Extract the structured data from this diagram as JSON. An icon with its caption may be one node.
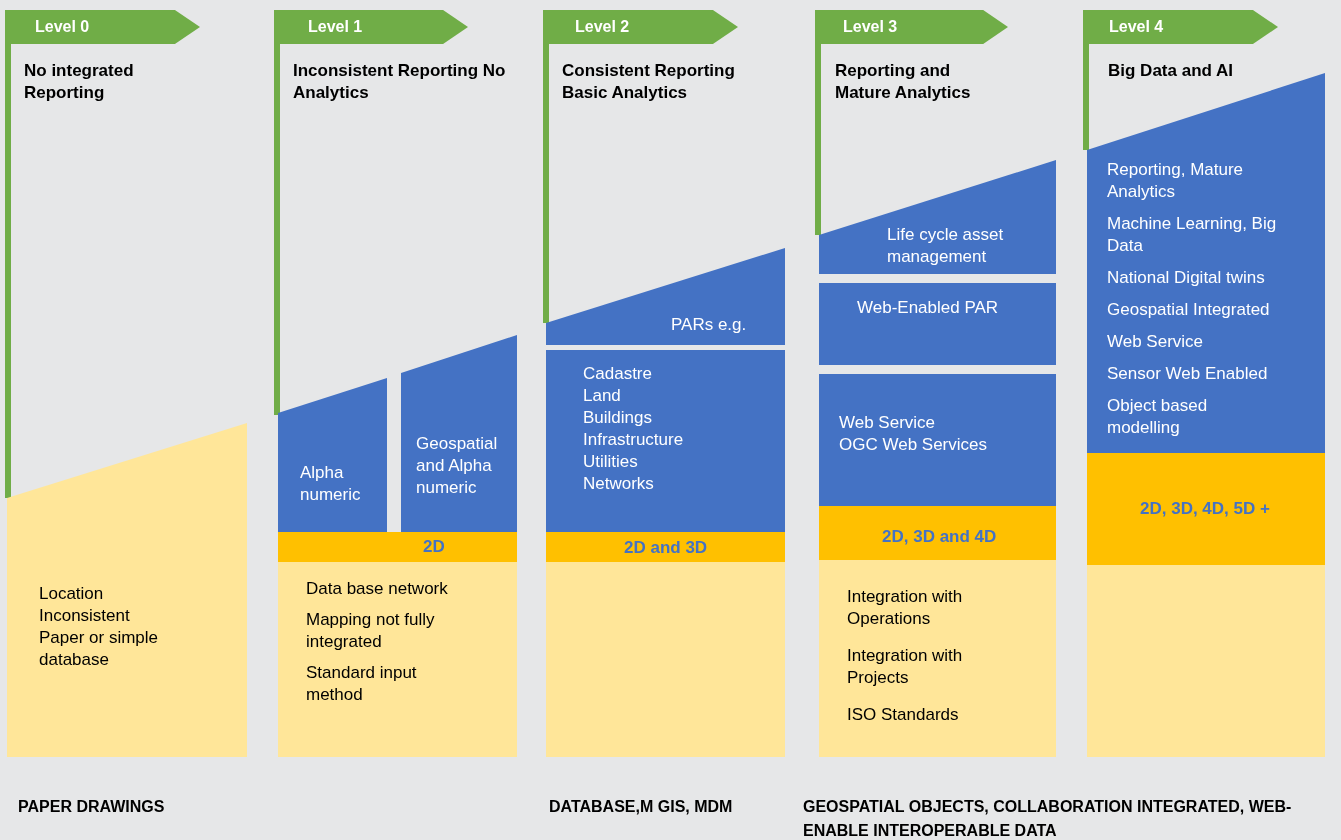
{
  "diagram": {
    "nodes": [
      {
        "text": [
          "Level 0"
        ]
      },
      {
        "text": [
          "Location",
          "Inconsistent",
          "Paper or simple database"
        ]
      },
      {
        "text": [
          "Level 1"
        ]
      },
      {
        "text": [
          "Alpha numeric"
        ]
      },
      {
        "text": [
          "Geospatial and Alpha numeric"
        ]
      },
      {
        "text": [
          "2D"
        ]
      },
      {
        "text": [
          "Data base network",
          "Mapping not fully integrated",
          "Standard input method"
        ]
      },
      {
        "text": [
          "Level 2"
        ]
      },
      {
        "text": [
          "PARs e.g."
        ]
      },
      {
        "text": [
          "Cadastre",
          "Land",
          "Buildings",
          "Infrastructure",
          "Utilities",
          "Networks"
        ]
      },
      {
        "text": [
          "2D and 3D"
        ]
      },
      {
        "text": [],
        "shape": "box"
      },
      {
        "text": [
          "Level 3"
        ]
      },
      {
        "text": [
          "Life cycle asset management"
        ]
      },
      {
        "text": [
          "Web-Enabled PAR"
        ]
      },
      {
        "text": [
          "Web Service",
          "OGC Web Services"
        ]
      },
      {
        "text": [
          "2D, 3D and 4D"
        ]
      },
      {
        "text": [
          "Integration with Operations",
          "Integration with Projects",
          "ISO Standards"
        ]
      },
      {
        "text": [
          "Level 4"
        ]
      },
      {
        "text": [
          "Reporting, Mature Analytics",
          "Machine Learning, Big Data",
          "National Digital twins",
          "Geospatial Integrated",
          "Web Service",
          "Sensor Web Enabled",
          "Object based modelling"
        ]
      },
      {
        "text": [
          "2D, 3D, 4D, 5D +"
        ]
      },
      {
        "text": [],
        "shape": "box"
      }
    ],
    "edges": [],
    "labels": [
      "No integrated Reporting",
      "Inconsistent Reporting No Analytics",
      "Consistent Reporting Basic Analytics",
      "Reporting and Mature Analytics",
      "Big Data and AI",
      "PAPER DRAWINGS",
      "DATABASE,M GIS, MDM",
      "GEOSPATIAL OBJECTS, COLLABORATION INTEGRATED, WEB-ENABLE INTEROPERABLE DATA"
    ]
  }
}
